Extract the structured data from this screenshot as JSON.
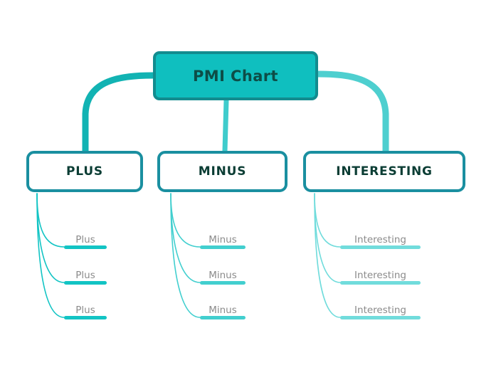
{
  "diagram": {
    "type": "mind-map",
    "background": "#ffffff",
    "root": {
      "label": "PMI Chart",
      "fill": "#0fbfbf",
      "border": "#128c8f",
      "text_color": "#0d4d47"
    },
    "branches": [
      {
        "id": "plus",
        "label": "PLUS",
        "accent": "#12c4c4",
        "border": "#1a8fa0",
        "leaves": [
          {
            "label": "Plus"
          },
          {
            "label": "Plus"
          },
          {
            "label": "Plus"
          }
        ]
      },
      {
        "id": "minus",
        "label": "MINUS",
        "accent": "#42cfcf",
        "border": "#1a8fa0",
        "leaves": [
          {
            "label": "Minus"
          },
          {
            "label": "Minus"
          },
          {
            "label": "Minus"
          }
        ]
      },
      {
        "id": "interesting",
        "label": "INTERESTING",
        "accent": "#71dcdc",
        "border": "#1a8fa0",
        "leaves": [
          {
            "label": "Interesting"
          },
          {
            "label": "Interesting"
          },
          {
            "label": "Interesting"
          }
        ]
      }
    ],
    "leaf_text_color": "#8b8b8b"
  }
}
